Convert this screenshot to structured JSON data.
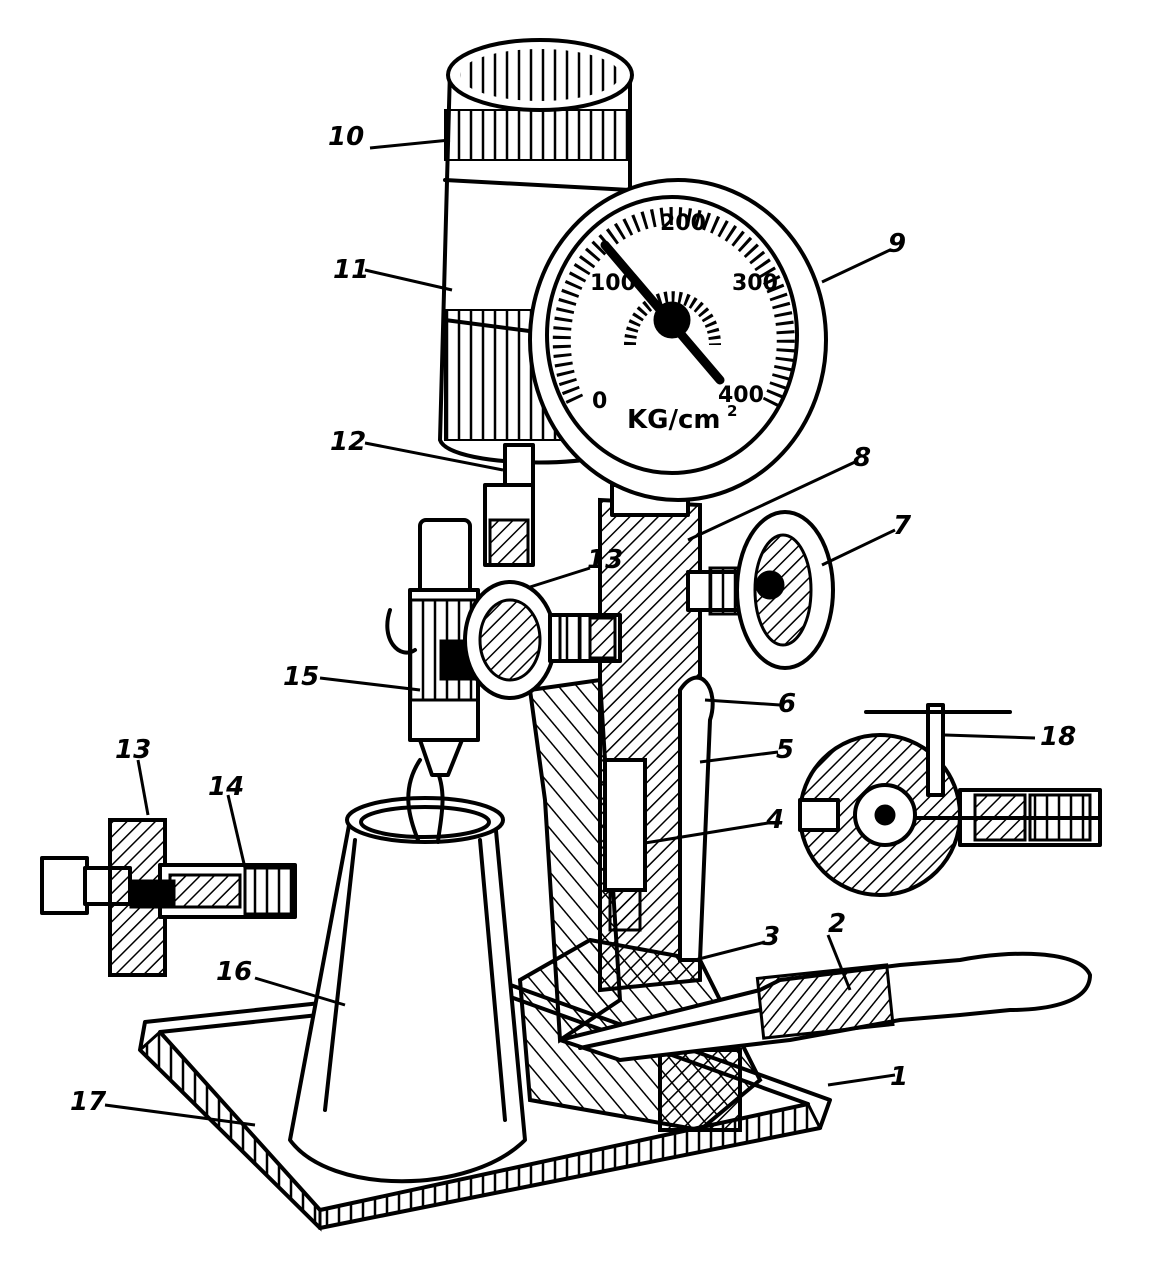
{
  "labels": {
    "l1": "1",
    "l2": "2",
    "l3": "3",
    "l4": "4",
    "l5": "5",
    "l6": "6",
    "l7": "7",
    "l8": "8",
    "l9": "9",
    "l10": "10",
    "l11": "11",
    "l12": "12",
    "l13a": "13",
    "l13b": "13",
    "l14": "14",
    "l15": "15",
    "l16": "16",
    "l17": "17",
    "l18": "18"
  },
  "gauge": {
    "tick_0": "0",
    "tick_100": "100",
    "tick_200": "200",
    "tick_300": "300",
    "tick_400": "400",
    "unit": "KG/cm",
    "unit_exp": "2"
  }
}
